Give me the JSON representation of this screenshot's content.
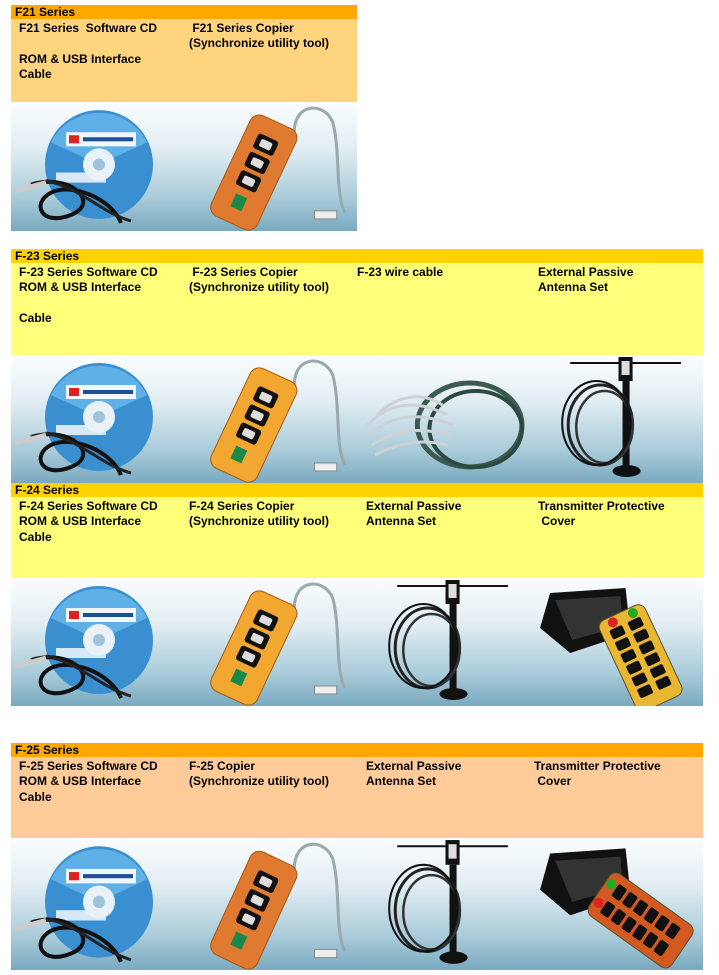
{
  "sections": [
    {
      "title": "F21 Series",
      "header_color": "#ffa800",
      "info_color": "#ffd47f",
      "items": [
        {
          "lines": [
            "F21 Series  Software CD",
            "",
            "ROM & USB Interface",
            "Cable"
          ],
          "image": "cd"
        },
        {
          "lines": [
            " F21 Series Copier",
            "(Synchronize utility tool)"
          ],
          "image": "copier-orange"
        }
      ]
    },
    {
      "title": "F-23 Series",
      "header_color": "#ffd200",
      "info_color": "#ffff7a",
      "items": [
        {
          "lines": [
            "F-23 Series Software CD",
            "ROM & USB Interface",
            "",
            "Cable"
          ],
          "image": "cd"
        },
        {
          "lines": [
            " F-23 Series Copier",
            "(Synchronize utility tool)"
          ],
          "image": "copier-yellow"
        },
        {
          "lines": [
            "F-23 wire cable"
          ],
          "image": "wire-cable"
        },
        {
          "lines": [
            "External Passive",
            "Antenna Set"
          ],
          "image": "antenna"
        }
      ]
    },
    {
      "title": "F-24 Series",
      "header_color": "#ffd200",
      "info_color": "#ffff7a",
      "items": [
        {
          "lines": [
            "F-24 Series Software CD",
            "ROM & USB Interface",
            "Cable"
          ],
          "image": "cd"
        },
        {
          "lines": [
            "F-24 Series Copier",
            "(Synchronize utility tool)"
          ],
          "image": "copier-yellow"
        },
        {
          "lines": [
            "External Passive",
            "Antenna Set"
          ],
          "image": "antenna"
        },
        {
          "lines": [
            "Transmitter Protective",
            " Cover"
          ],
          "image": "cover"
        }
      ]
    },
    {
      "title": "F-25 Series",
      "header_color": "#ffa800",
      "info_color": "#ffcc99",
      "items": [
        {
          "lines": [
            "F-25 Series Software CD",
            "ROM & USB Interface",
            "Cable"
          ],
          "image": "cd"
        },
        {
          "lines": [
            "F-25 Copier",
            "(Synchronize utility tool)"
          ],
          "image": "copier-orange"
        },
        {
          "lines": [
            "External Passive",
            "Antenna Set"
          ],
          "image": "antenna"
        },
        {
          "lines": [
            "Transmitter Protective",
            " Cover"
          ],
          "image": "cover-red"
        }
      ]
    }
  ]
}
